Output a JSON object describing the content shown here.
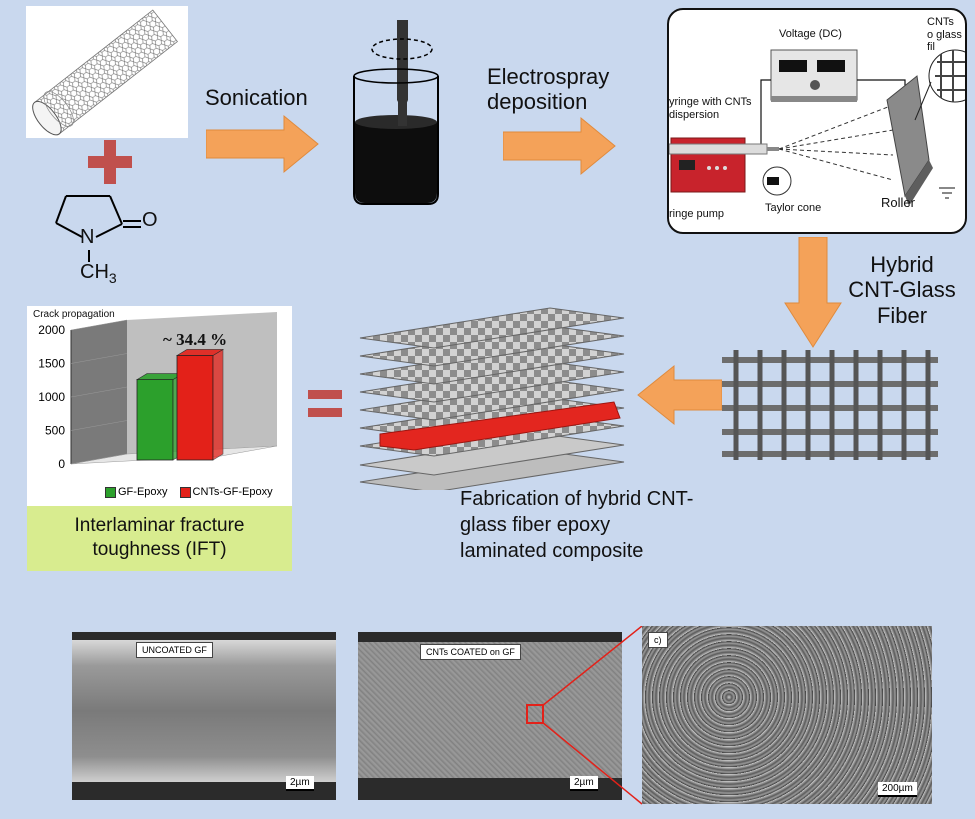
{
  "colors": {
    "background": "#c9d8ee",
    "arrow": "#f4a259",
    "plus": "#c0504d",
    "bar_gf": "#2ca02c",
    "bar_cnt": "#e32119",
    "ift_label_bg": "#d8ec8f"
  },
  "steps": {
    "sonication": "Sonication",
    "electrospray": "Electrospray deposition",
    "hybrid": "Hybrid CNT-Glass Fiber",
    "fabrication": "Fabrication of hybrid CNT-glass fiber epoxy laminated composite"
  },
  "chem": {
    "oxygen": "O",
    "nitrogen": "N",
    "methyl": "CH",
    "subscript": "3"
  },
  "setup": {
    "voltage": "Voltage (DC)",
    "syringe": "yringe with CNTs dispersion",
    "pump": "ringe pump",
    "taylor": "Taylor cone",
    "roller": "Roller",
    "target": "CNTs o glass fil"
  },
  "chart_data": {
    "type": "bar",
    "title": "Crack propagation",
    "categories": [
      "GF-Epoxy",
      "CNTs-GF-Epoxy"
    ],
    "values": [
      1200,
      1560
    ],
    "ylim": [
      0,
      2000
    ],
    "yticks": [
      0,
      500,
      1000,
      1500,
      2000
    ],
    "annotation": "~ 34.4 %",
    "legend": [
      "GF-Epoxy",
      "CNTs-GF-Epoxy"
    ],
    "legend_position": "bottom",
    "caption": "Interlaminar fracture toughness (IFT)"
  },
  "equals": "=",
  "sem": {
    "uncoated": "UNCOATED GF",
    "coated": "CNTs COATED on GF",
    "panel_c": "c)",
    "scale1": "2µm",
    "scale2": "2µm",
    "scale3": "200µm"
  }
}
